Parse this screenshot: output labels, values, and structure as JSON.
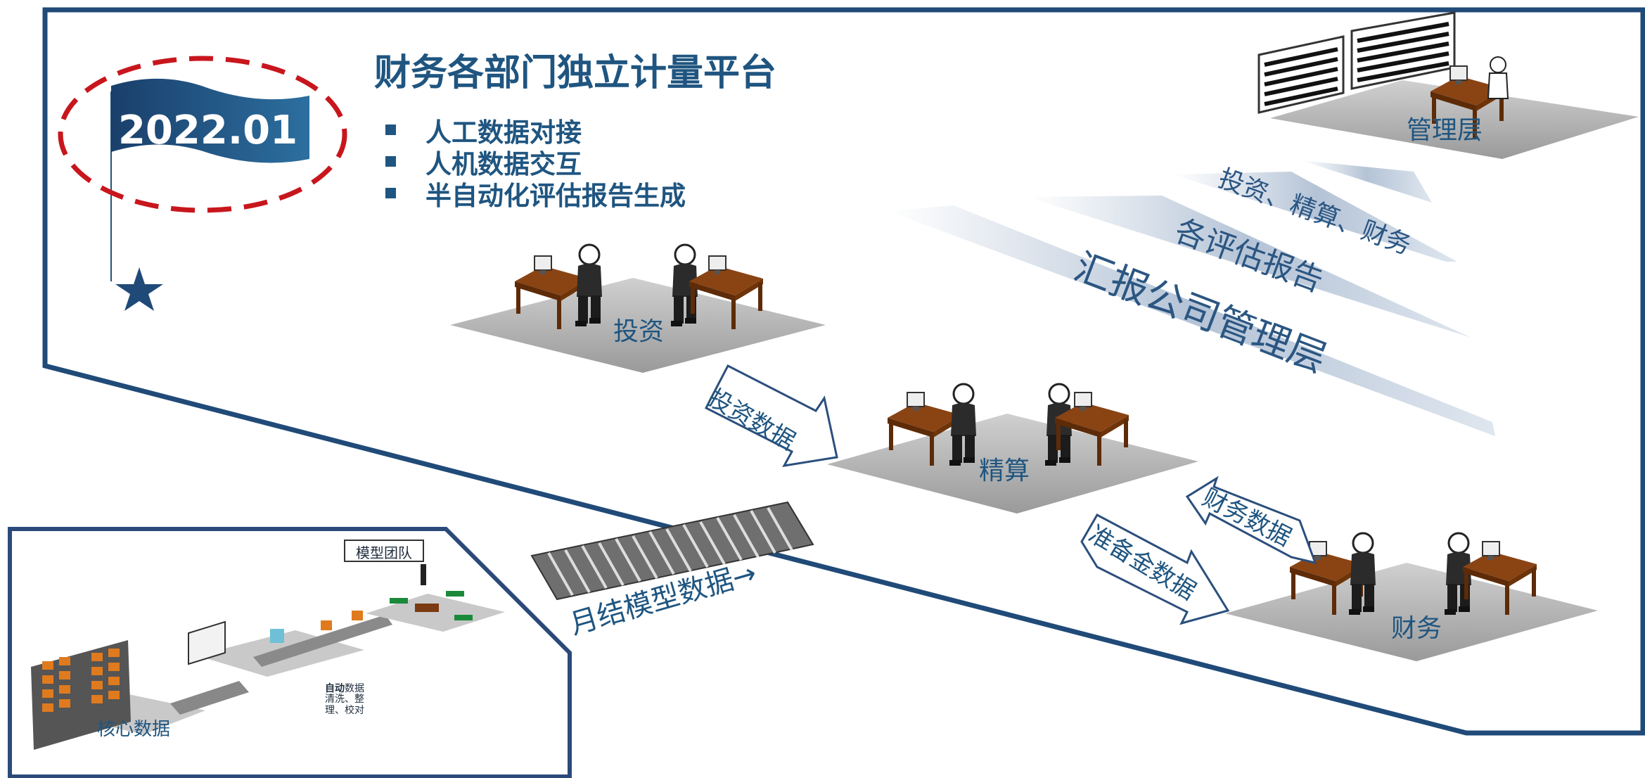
{
  "title": "财务各部门独立计量平台",
  "flag_year": "2022.01",
  "bullets": [
    "人工数据对接",
    "人机数据交互",
    "半自动化评估报告生成"
  ],
  "platforms": {
    "invest": "投资",
    "actuarial": "精算",
    "finance": "财务",
    "management": "管理层"
  },
  "report_bands": [
    "投资、精算、财务",
    "各评估报告",
    "汇报公司管理层"
  ],
  "flows": {
    "invest_data": "投资数据",
    "finance_data": "财务数据",
    "reserve_data": "准备金数据",
    "monthly_model_data": "月结模型数据→"
  },
  "inset": {
    "model_team": "模型团队",
    "core_data": "核心数据",
    "auto_note_bold": "自动",
    "auto_note_rest1": "数据",
    "auto_note_line2": "清洗、整",
    "auto_note_line3": "理、校对"
  },
  "colors": {
    "navy": "#1f5580",
    "frame": "#204a78",
    "red_dash": "#c8161d",
    "desk": "#7a3a12",
    "platform": "#bfbfbf"
  }
}
